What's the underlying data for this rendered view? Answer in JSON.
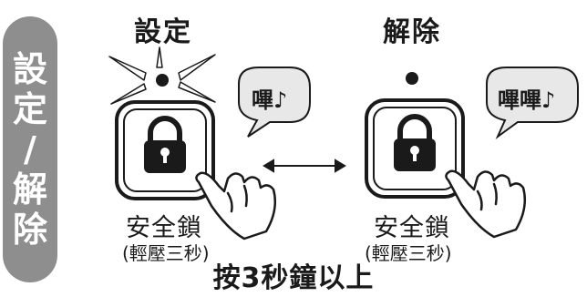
{
  "side_label": [
    "設",
    "定",
    "/",
    "解",
    "除"
  ],
  "panels": [
    {
      "heading": "設定",
      "sound": "嗶",
      "button_label": "安全鎖",
      "hint": "(輕壓三秒)"
    },
    {
      "heading": "解除",
      "sound": "嗶嗶",
      "button_label": "安全鎖",
      "hint": "(輕壓三秒)"
    }
  ],
  "note_symbol": "♪",
  "footer": "按3秒鐘以上",
  "colors": {
    "side_tab": "#8e8e8e",
    "bubble_fill": "#e8e8e8",
    "button_bg": "#ffffff",
    "ink": "#1a1a1a"
  },
  "icons": [
    "lock-icon",
    "hand-press-icon",
    "double-arrow-icon",
    "flash-icon",
    "indicator-dot-icon",
    "music-note-icon"
  ]
}
